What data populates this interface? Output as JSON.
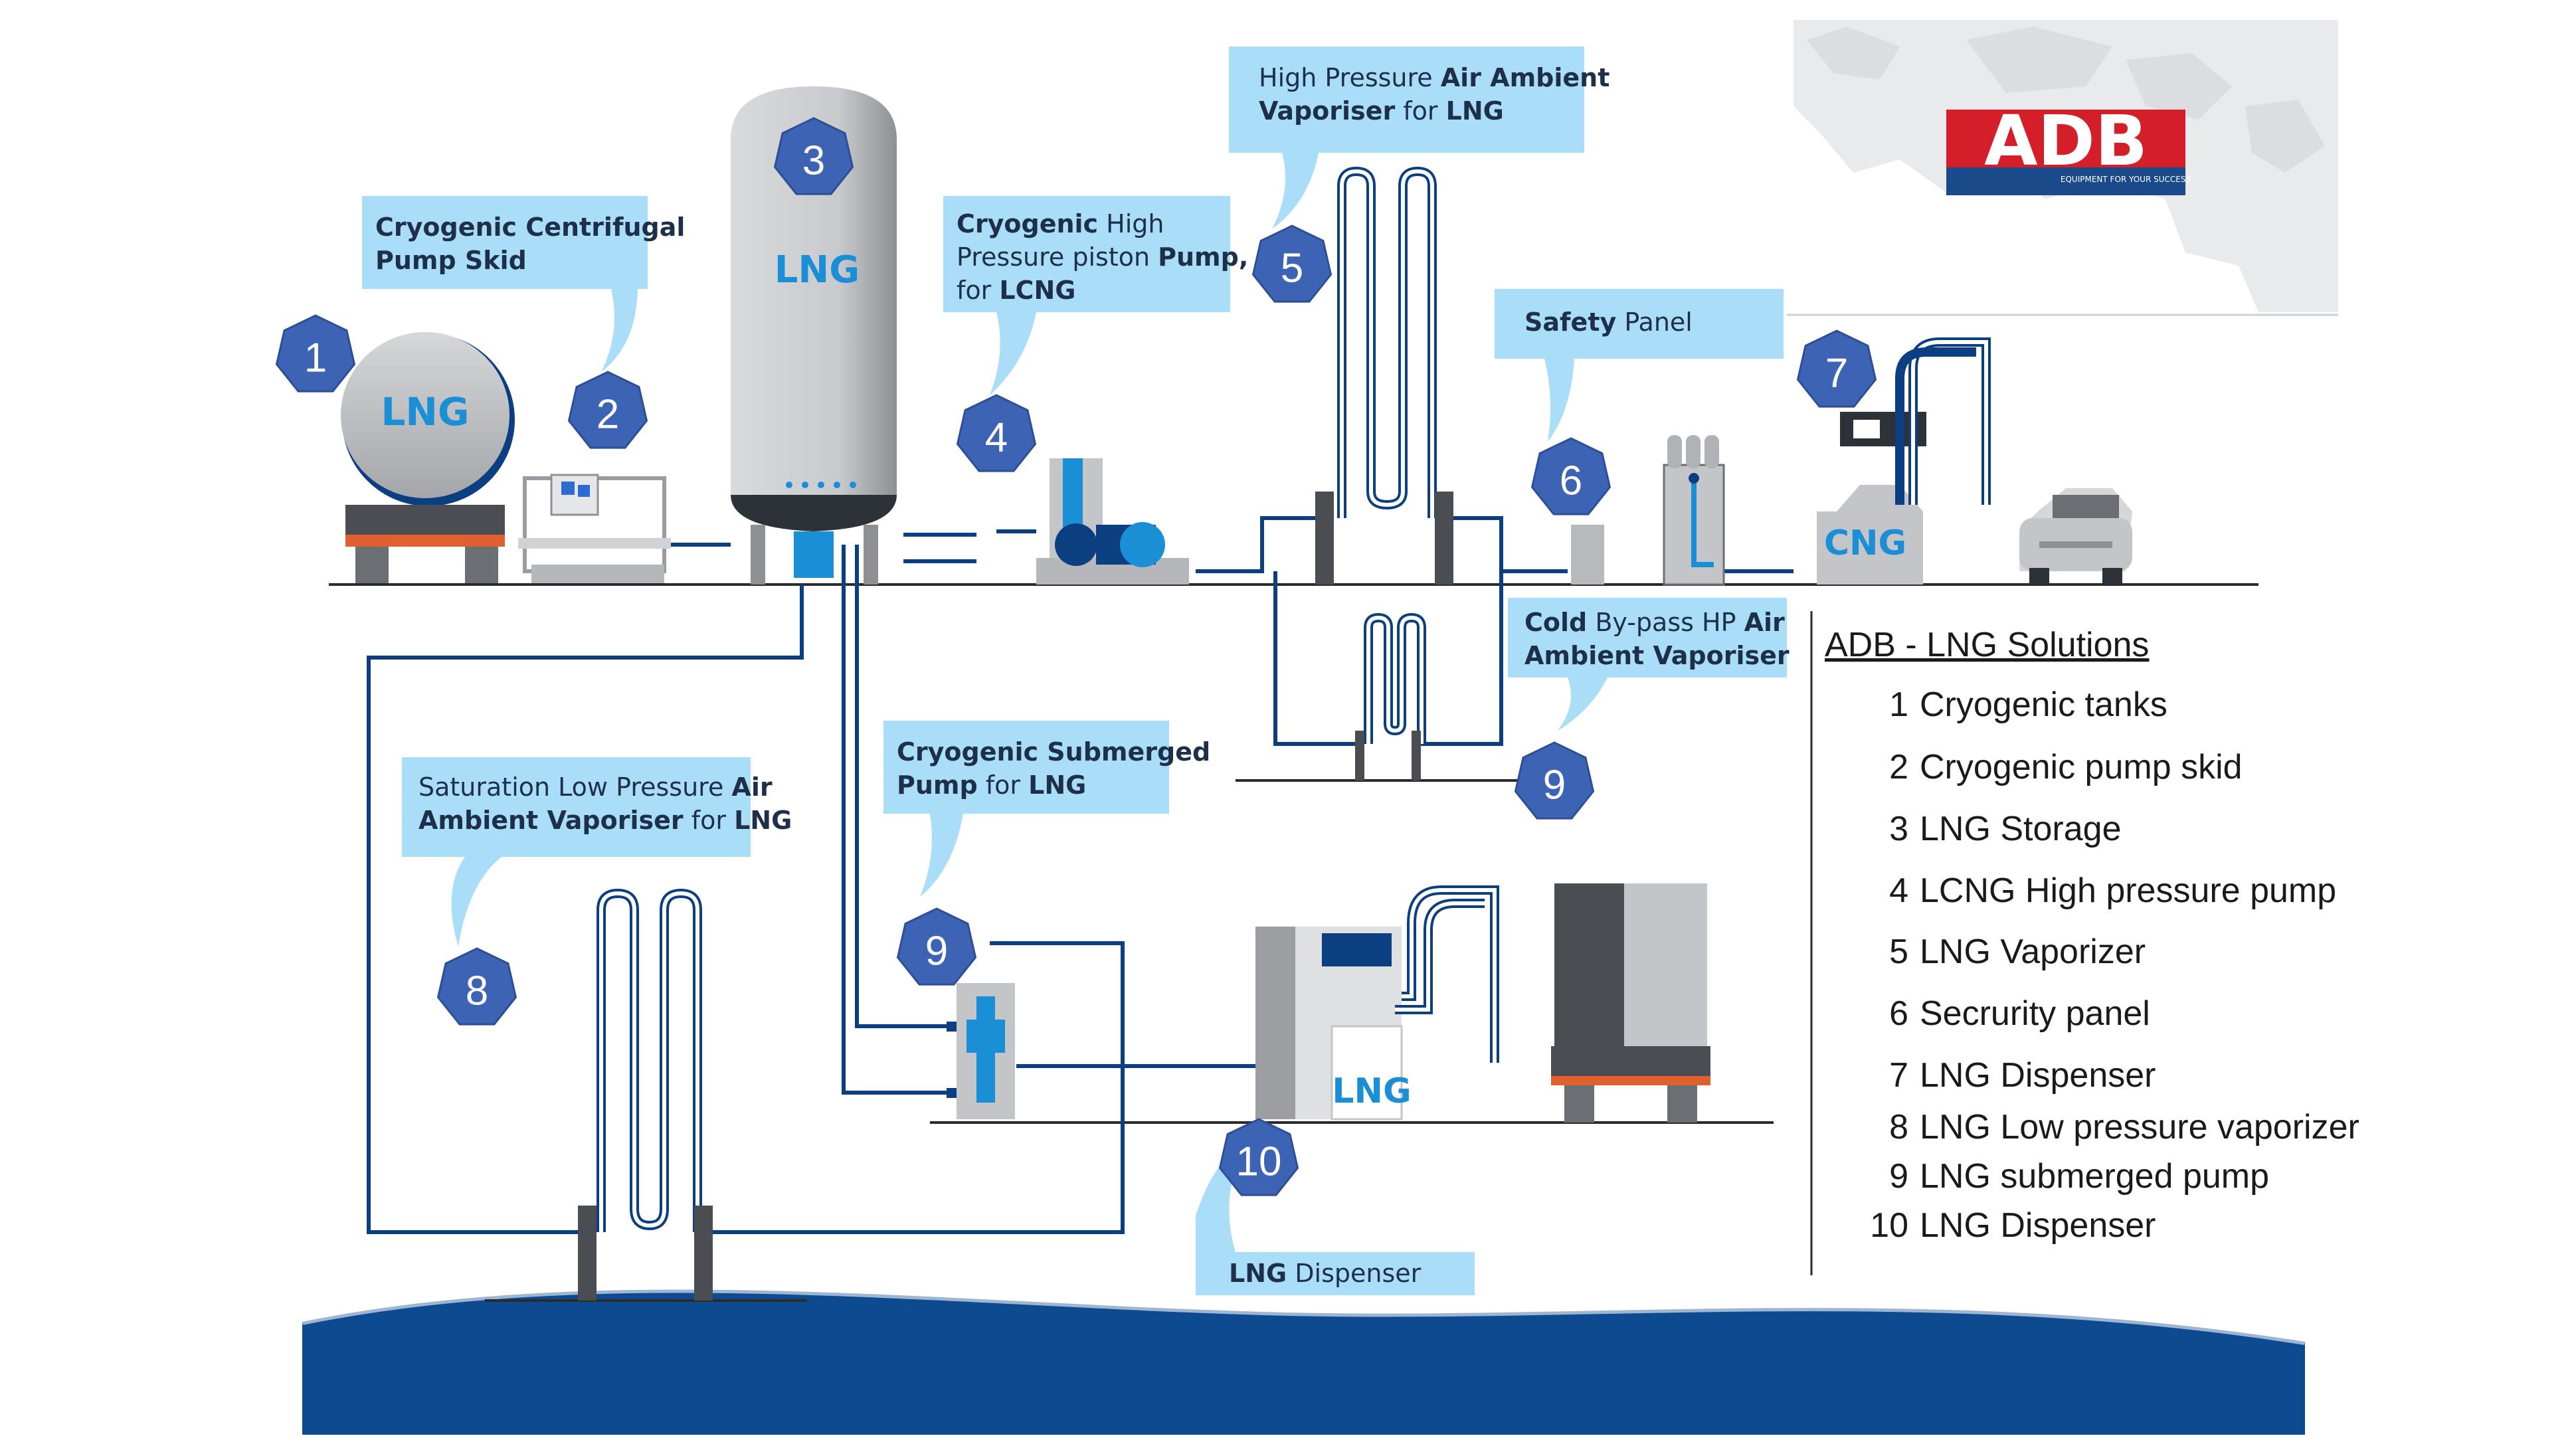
{
  "brand": {
    "logo_text": "ADB",
    "tagline": "EQUIPMENT FOR YOUR SUCCESS",
    "color_red": "#d41f2b",
    "color_blue": "#1a4a8a"
  },
  "colors": {
    "callout_bg": "#a9ddf8",
    "badge": "#3d63b4",
    "pipe": "#0b3f82",
    "tank_gray": "#c4c5c8",
    "wave": "#0d4a8f",
    "accent_blue": "#1b8fd6"
  },
  "callouts": [
    {
      "id": "c1",
      "lines": [
        [
          {
            "t": "Cryogenic Centrifugal",
            "b": true
          }
        ],
        [
          {
            "t": "Pump Skid",
            "b": true
          }
        ]
      ]
    },
    {
      "id": "c2",
      "lines": [
        [
          {
            "t": "Cryogenic",
            "b": true
          },
          {
            "t": " High",
            "b": false
          }
        ],
        [
          {
            "t": "Pressure piston ",
            "b": false
          },
          {
            "t": "Pump,",
            "b": true
          }
        ],
        [
          {
            "t": "for ",
            "b": false
          },
          {
            "t": "LCNG",
            "b": true
          }
        ]
      ]
    },
    {
      "id": "c3",
      "lines": [
        [
          {
            "t": "High Pressure ",
            "b": false
          },
          {
            "t": "Air Ambient",
            "b": true
          }
        ],
        [
          {
            "t": "Vaporiser",
            "b": true
          },
          {
            "t": " for ",
            "b": false
          },
          {
            "t": "LNG",
            "b": true
          }
        ]
      ]
    },
    {
      "id": "c4",
      "lines": [
        [
          {
            "t": "Safety",
            "b": true
          },
          {
            "t": " Panel",
            "b": false
          }
        ]
      ]
    },
    {
      "id": "c5",
      "lines": [
        [
          {
            "t": "Cold",
            "b": true
          },
          {
            "t": " By-pass HP ",
            "b": false
          },
          {
            "t": "Air",
            "b": true
          }
        ],
        [
          {
            "t": "Ambient Vaporiser",
            "b": true
          }
        ]
      ]
    },
    {
      "id": "c6",
      "lines": [
        [
          {
            "t": "Cryogenic Submerged",
            "b": true
          }
        ],
        [
          {
            "t": "Pump",
            "b": true
          },
          {
            "t": " for ",
            "b": false
          },
          {
            "t": "LNG",
            "b": true
          }
        ]
      ]
    },
    {
      "id": "c7",
      "lines": [
        [
          {
            "t": "Saturation Low Pressure ",
            "b": false
          },
          {
            "t": "Air",
            "b": true
          }
        ],
        [
          {
            "t": "Ambient Vaporiser",
            "b": true
          },
          {
            "t": " for ",
            "b": false
          },
          {
            "t": "LNG",
            "b": true
          }
        ]
      ]
    },
    {
      "id": "c8",
      "lines": [
        [
          {
            "t": "LNG",
            "b": true
          },
          {
            "t": " Dispenser",
            "b": false
          }
        ]
      ]
    }
  ],
  "badges": [
    "1",
    "2",
    "3",
    "4",
    "5",
    "6",
    "7",
    "9",
    "8",
    "9",
    "10"
  ],
  "tank_labels": {
    "truck_tank": "LNG",
    "storage_tank": "LNG",
    "cng_dispenser": "CNG",
    "lng_dispenser": "LNG"
  },
  "legend": {
    "title": "ADB - LNG Solutions",
    "items": [
      {
        "num": "1",
        "text": "Cryogenic tanks"
      },
      {
        "num": "2",
        "text": "Cryogenic pump skid"
      },
      {
        "num": "3",
        "text": "LNG Storage"
      },
      {
        "num": "4",
        "text": "LCNG High pressure pump"
      },
      {
        "num": "5",
        "text": "LNG Vaporizer"
      },
      {
        "num": "6",
        "text": "Secrurity panel"
      },
      {
        "num": "7",
        "text": "LNG Dispenser"
      },
      {
        "num": "8",
        "text": "LNG Low pressure vaporizer"
      },
      {
        "num": "9",
        "text": "LNG submerged pump"
      },
      {
        "num": "10",
        "text": "LNG Dispenser"
      }
    ]
  }
}
